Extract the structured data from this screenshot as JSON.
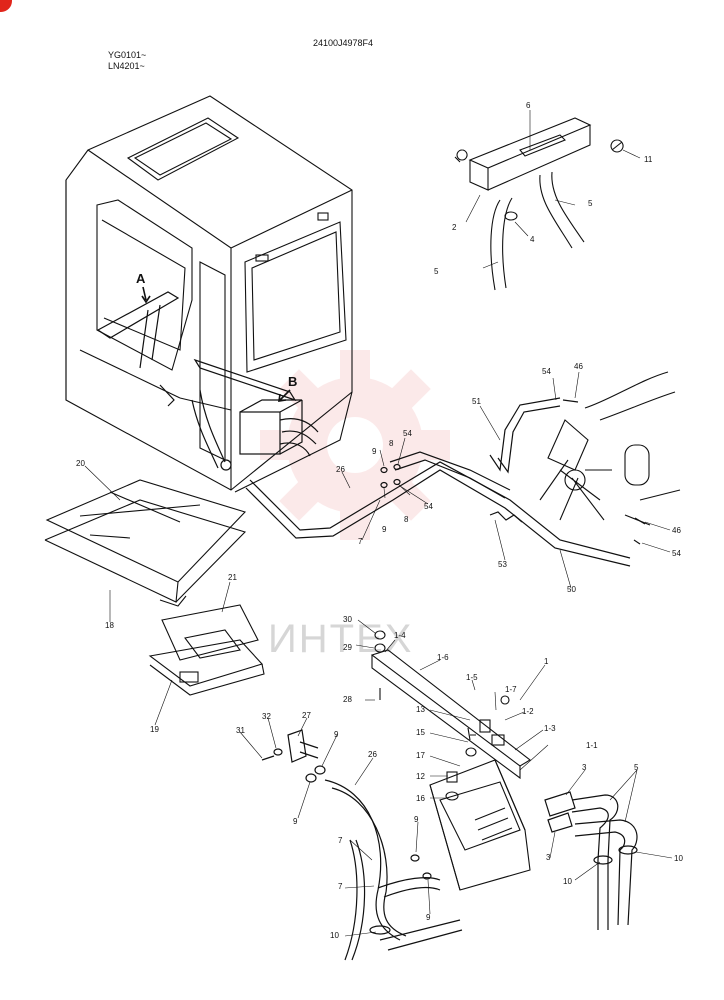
{
  "header": {
    "part_number": "24100J4978F4",
    "serial_1": "YG0101~",
    "serial_2": "LN4201~"
  },
  "watermark": {
    "text": "ИНТЕХ",
    "color": "#f3b3b3"
  },
  "views": {
    "a": "A",
    "b": "B"
  },
  "callouts": {
    "n6": "6",
    "n11": "11",
    "n2": "2",
    "n4": "4",
    "n5a": "5",
    "n5b": "5",
    "n54a": "54",
    "n46a": "46",
    "n51": "51",
    "n8a": "8",
    "n9a": "9",
    "n54b": "54",
    "n26a": "26",
    "n8b": "8",
    "n9b": "9",
    "n54c": "54",
    "n7a": "7",
    "n53": "53",
    "n50": "50",
    "n46b": "46",
    "n54d": "54",
    "n20": "20",
    "n18": "18",
    "n21": "21",
    "n19": "19",
    "n30": "30",
    "n29": "29",
    "n1_4": "1-4",
    "n1_6": "1-6",
    "n1_5": "1-5",
    "n1_7": "1-7",
    "n1": "1",
    "n28": "28",
    "n13": "13",
    "n1_2": "1-2",
    "n1_3": "1-3",
    "n15": "15",
    "n17": "17",
    "n1_1": "1-1",
    "n12": "12",
    "n16": "16",
    "n31": "31",
    "n32": "32",
    "n27": "27",
    "n9c": "9",
    "n9d": "9",
    "n26b": "26",
    "n3a": "3",
    "n5c": "5",
    "n3b": "3",
    "n10a": "10",
    "n10b": "10",
    "n9e": "9",
    "n7b": "7",
    "n7c": "7",
    "n9f": "9",
    "n10c": "10"
  }
}
